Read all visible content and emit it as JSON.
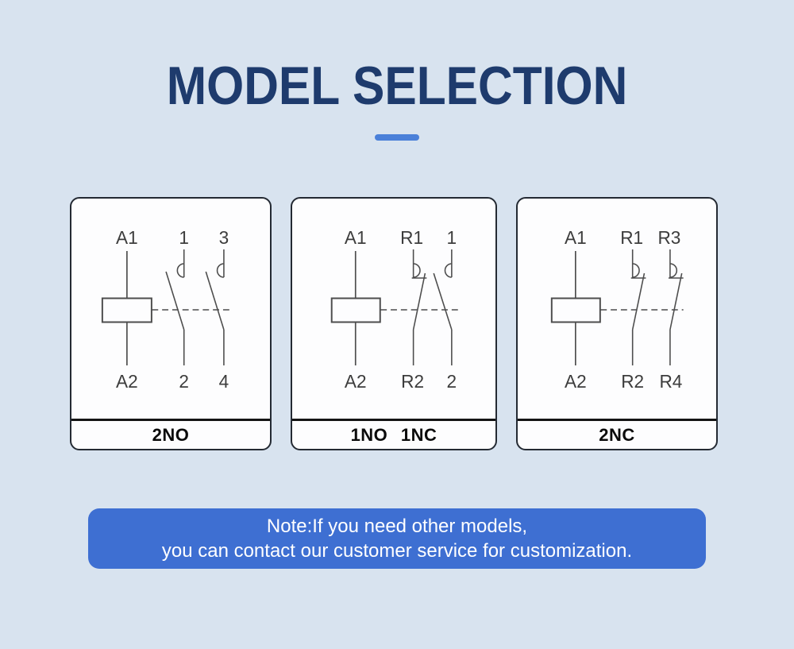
{
  "header": {
    "title": "MODEL SELECTION"
  },
  "theme": {
    "page_background": "#d8e3ef",
    "title_color": "#1e3b6d",
    "accent_dash_color": "#4a80d9",
    "card_background": "#fdfdfe",
    "card_border_color": "#242a33",
    "schematic_line_color": "#4d4d4d",
    "note_background": "#3e6fd2",
    "note_text_color": "#ffffff"
  },
  "cards": [
    {
      "name": "2NO",
      "footer": "2NO",
      "pole_types": [
        "NO",
        "NO"
      ],
      "terminals": {
        "coil_top": "A1",
        "coil_bottom": "A2",
        "pole1_top": "1",
        "pole1_bottom": "2",
        "pole2_top": "3",
        "pole2_bottom": "4"
      }
    },
    {
      "name": "1NO 1NC",
      "footer": "1NO 1NC",
      "pole_types": [
        "NC",
        "NO"
      ],
      "terminals": {
        "coil_top": "A1",
        "coil_bottom": "A2",
        "pole1_top": "R1",
        "pole1_bottom": "R2",
        "pole2_top": "1",
        "pole2_bottom": "2"
      }
    },
    {
      "name": "2NC",
      "footer": "2NC",
      "pole_types": [
        "NC",
        "NC"
      ],
      "terminals": {
        "coil_top": "A1",
        "coil_bottom": "A2",
        "pole1_top": "R1",
        "pole1_bottom": "R2",
        "pole2_top": "R3",
        "pole2_bottom": "R4"
      }
    }
  ],
  "note": {
    "line1": "Note:If you need other models,",
    "line2": "you can contact our customer service for customization."
  }
}
